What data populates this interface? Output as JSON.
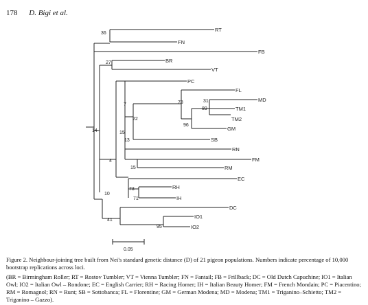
{
  "header": {
    "page_number": "178",
    "authors": "D. Bigi et al."
  },
  "tree": {
    "tip_labels": {
      "RT": "RT",
      "FN": "FN",
      "FB": "FB",
      "BR": "BR",
      "VT": "VT",
      "PC": "PC",
      "FL": "FL",
      "MD": "MD",
      "TM1": "TM1",
      "TM2": "TM2",
      "GM": "GM",
      "SB": "SB",
      "RN": "RN",
      "FM": "FM",
      "RM": "RM",
      "EC": "EC",
      "RH": "RH",
      "IH": "IH",
      "DC": "DC",
      "IO1": "IO1",
      "IO2": "IO2"
    },
    "bootstrap": {
      "b36": "36",
      "b27": "27",
      "b14": "14",
      "b7": "7",
      "b78": "78",
      "b31": "31",
      "b89": "89",
      "b96": "96",
      "b22": "22",
      "b15": "15",
      "b13": "13",
      "b4": "4",
      "b15b": "15",
      "b10": "10",
      "b73": "73",
      "b71": "71",
      "b41": "41",
      "b95": "95"
    },
    "scale_label": "0.05"
  },
  "caption": {
    "main": "Figure 2. Neighbour-joining tree built from Nei's standard genetic distance (D) of 21 pigeon populations. Numbers indicate percentage of 10,000 bootstrap replications across loci.",
    "abbreviations": "(BR = Birmingham Roller; RT = Rostov Tumbler; VT = Vienna Tumbler; FN = Fantail; FB = Frillback; DC = Old Dutch Capuchine; IO1 = Italian Owl; IO2 = Italian Owl – Rondone; EC = English Carrier; RH = Racing Homer; IH = Italian Beauty Homer; FM = French Mondain; PC = Piacentino; RM = Romagnol; RN = Runt; SB = Sottobanca; FL = Florentine; GM = German Modena; MD = Modena; TM1 = Triganino–Schietto; TM2 = Triganino – Gazzo)."
  }
}
